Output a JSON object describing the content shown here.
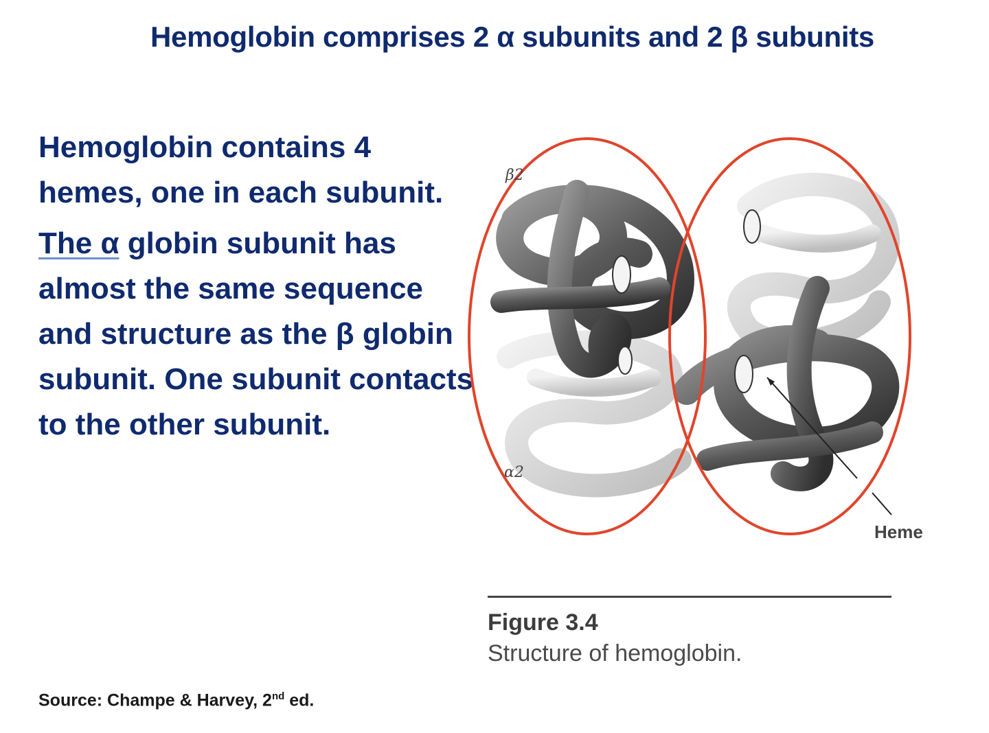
{
  "slide": {
    "title": "Hemoglobin comprises 2 α subunits and 2 β subunits",
    "paragraph1": "Hemoglobin contains 4 hemes, one in each subunit.",
    "paragraph2_underlined": "The α",
    "paragraph2_rest": " globin subunit has almost the same sequence and structure as the β globin subunit. One subunit contacts to the other  subunit.",
    "source_prefix": "Source: Champe & Harvey, 2",
    "source_sup": "nd",
    "source_suffix": " ed."
  },
  "figure": {
    "label_beta2": "β2",
    "label_alpha2": "α2",
    "label_heme": "Heme",
    "number": "Figure 3.4",
    "caption": "Structure of hemoglobin."
  },
  "colors": {
    "title": "#0f2a6e",
    "ellipse": "#e0452c",
    "dark_chain": "#5a5a5a",
    "light_chain": "#cfcfcf"
  }
}
